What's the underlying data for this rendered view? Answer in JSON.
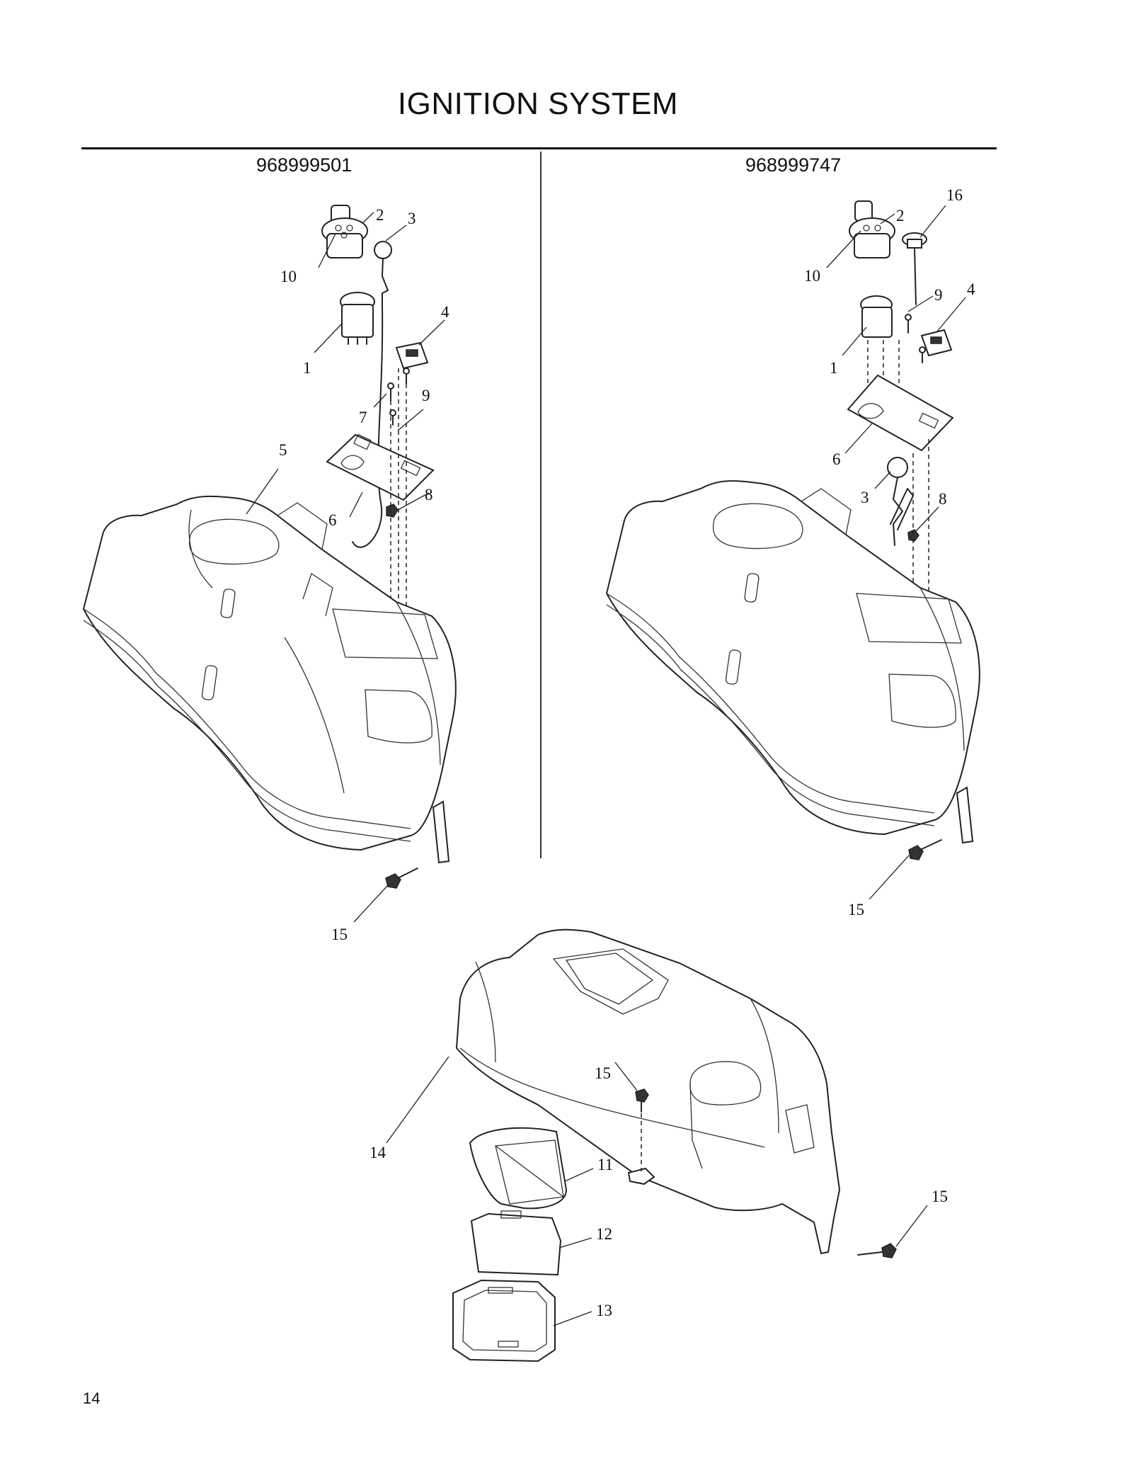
{
  "page": {
    "title": "IGNITION SYSTEM",
    "page_number": "14"
  },
  "models": {
    "left": "968999501",
    "right": "968999747"
  },
  "callouts": {
    "left": {
      "c10": "10",
      "c2": "2",
      "c3": "3",
      "c4": "4",
      "c1": "1",
      "c7": "7",
      "c9": "9",
      "c5": "5",
      "c6": "6",
      "c8": "8",
      "c15": "15"
    },
    "right": {
      "c16": "16",
      "c10": "10",
      "c2": "2",
      "c9": "9",
      "c4": "4",
      "c1": "1",
      "c6": "6",
      "c3": "3",
      "c8": "8",
      "c15": "15"
    },
    "bottom": {
      "c15a": "15",
      "c14": "14",
      "c11": "11",
      "c12": "12",
      "c13": "13",
      "c15b": "15"
    }
  }
}
